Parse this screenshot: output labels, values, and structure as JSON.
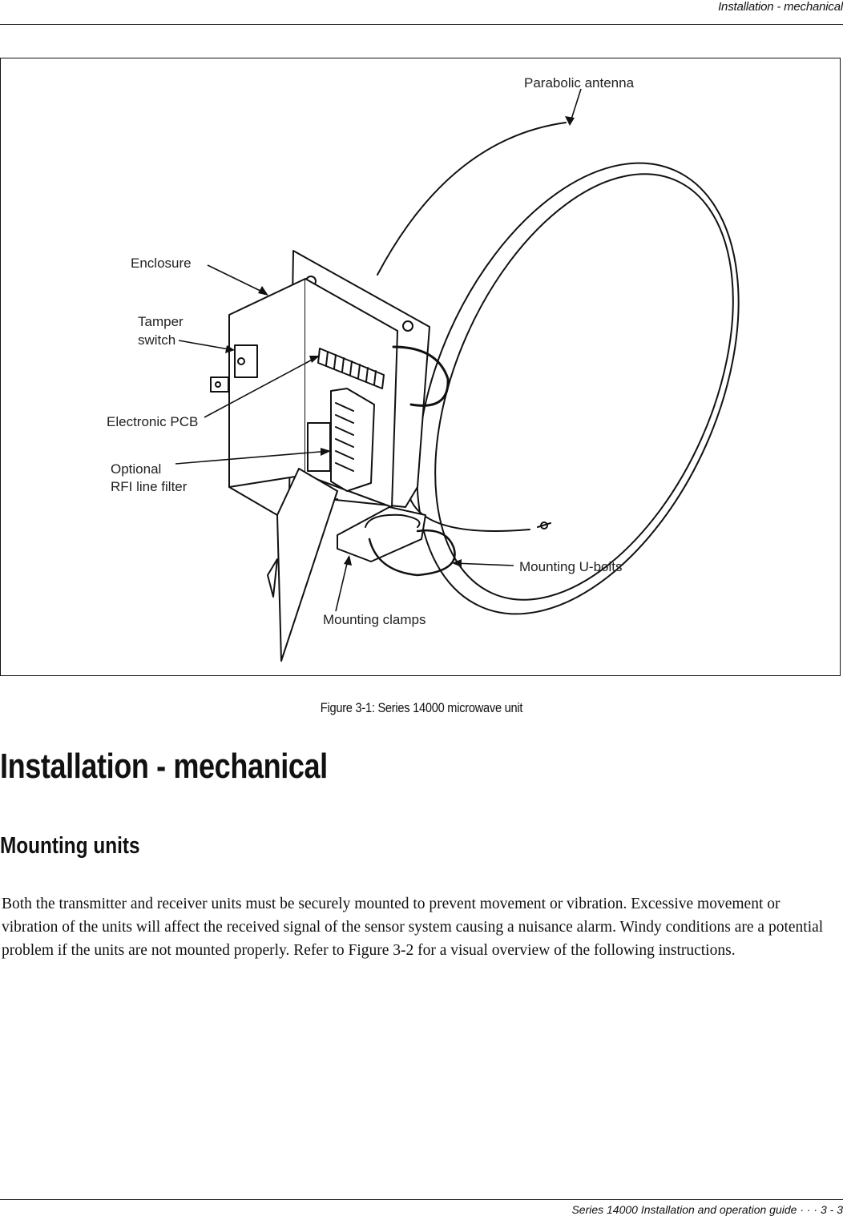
{
  "header": {
    "running_title": "Installation - mechanical"
  },
  "figure": {
    "callouts": {
      "parabolic_antenna": "Parabolic antenna",
      "enclosure": "Enclosure",
      "tamper_switch_line1": "Tamper",
      "tamper_switch_line2": "switch",
      "electronic_pcb": "Electronic PCB",
      "rfi_filter_line1": "Optional",
      "rfi_filter_line2": "RFI line filter",
      "mounting_ubolts": "Mounting U-bolts",
      "mounting_clamps": "Mounting clamps"
    },
    "caption": "Figure 3-1: Series 14000 microwave unit"
  },
  "main": {
    "title": "Installation - mechanical",
    "section_heading": "Mounting units",
    "paragraph": "Both the transmitter and receiver units must be securely mounted to prevent movement or vibration. Excessive movement or vibration of the units will affect the received signal of the sensor system causing a nuisance alarm. Windy conditions are a potential problem if the units are not mounted properly. Refer to Figure 3-2 for a visual overview of the following instructions."
  },
  "footer": {
    "running_footer": "Series 14000 Installation and operation guide  ·  ·  ·  3 - 3"
  }
}
